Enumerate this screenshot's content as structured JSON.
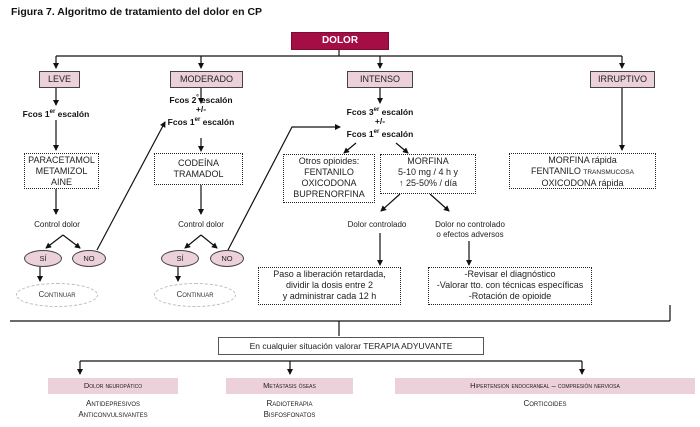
{
  "title": {
    "figure": "Figura 7.",
    "text": "Algoritmo de tratamiento del dolor en CP"
  },
  "root": "DOLOR",
  "categories": [
    {
      "label": "LEVE"
    },
    {
      "label": "MODERADO"
    },
    {
      "label": "INTENSO"
    },
    {
      "label": "IRRUPTIVO"
    }
  ],
  "leve": {
    "step": {
      "prefix": "Fcos 1",
      "sup": "er",
      "suffix": " escalón"
    },
    "drugs": [
      "PARACETAMOL",
      "METAMIZOL",
      "AINE"
    ],
    "control": "Control dolor",
    "yes": "SÍ",
    "no": "NO",
    "continue": "Continuar"
  },
  "moderado": {
    "step1": {
      "prefix": "Fcos 2",
      "sup": "º",
      "suffix": " escalón"
    },
    "plusminus": "+/-",
    "step2": {
      "prefix": "Fcos 1",
      "sup": "er",
      "suffix": " escalón"
    },
    "drugs": [
      "CODEÍNA",
      "TRAMADOL"
    ],
    "control": "Control dolor",
    "yes": "SÍ",
    "no": "NO",
    "continue": "Continuar"
  },
  "intenso": {
    "step1": {
      "prefix": "Fcos 3",
      "sup": "er",
      "suffix": " escalón"
    },
    "plusminus": "+/-",
    "step2": {
      "prefix": "Fcos 1",
      "sup": "er",
      "suffix": " escalón"
    },
    "other_opioids": [
      "Otros opioides:",
      "FENTANILO",
      "OXICODONA",
      "BUPRENORFINA"
    ],
    "morfina": [
      "MORFINA",
      "5-10 mg / 4 h y",
      "25-50% / día"
    ],
    "morfina_arrow": "↑",
    "controlled": "Dolor controlado",
    "not_controlled": [
      "Dolor no controlado",
      "o efectos adversos"
    ],
    "controlled_action": [
      "Paso a liberación retardada,",
      "dividir la dosis entre 2",
      "y administrar cada 12 h"
    ],
    "not_controlled_action": [
      "-Revisar el diagnóstico",
      "-Valorar tto. con técnicas específicas",
      "-Rotación de opioide"
    ]
  },
  "irruptivo": {
    "drugs": [
      {
        "name": "MORFINA",
        "qual": "rápida"
      },
      {
        "name": "FENTANILO",
        "qual": "TRANSMUCOSA"
      },
      {
        "name": "OXICODONA",
        "qual": "rápida"
      }
    ]
  },
  "adjuvant": "En cualquier situación valorar TERAPIA  ADYUVANTE",
  "adjuvant_categories": [
    {
      "label": "Dolor neuropático",
      "items": [
        "Antidepresivos",
        "Anticonvulsivantes"
      ]
    },
    {
      "label": "Metástasis óseas",
      "items": [
        "Radioterapia",
        "Bisfosfonatos"
      ]
    },
    {
      "label": "Hipertension endocraneal – compresión nerviosa",
      "items": [
        "Corticoides"
      ]
    }
  ],
  "colors": {
    "root": "#a50d45",
    "category": "#ecd0da",
    "line": "#111111"
  }
}
